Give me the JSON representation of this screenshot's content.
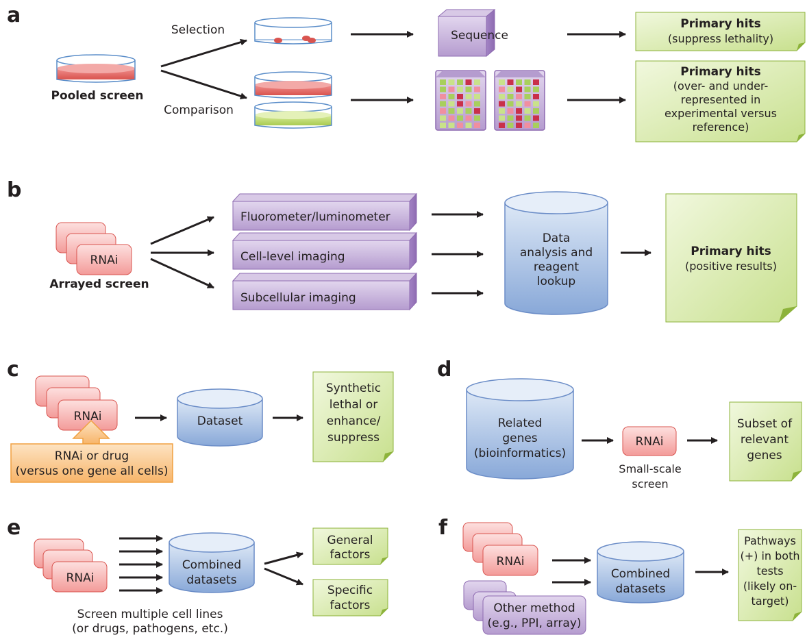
{
  "panels": {
    "a": {
      "letter": "a",
      "pooled_label": "Pooled screen",
      "selection_label": "Selection",
      "comparison_label": "Comparison",
      "sequence_label": "Sequence",
      "hit1_title": "Primary hits",
      "hit1_sub": "(suppress lethality)",
      "hit2_title": "Primary hits",
      "hit2_lines": [
        "(over- and under-",
        "represented in",
        "experimental versus",
        "reference)"
      ]
    },
    "b": {
      "letter": "b",
      "rnai_label": "RNAi",
      "arrayed_label": "Arrayed screen",
      "box1": "Fluorometer/luminometer",
      "box2": "Cell-level imaging",
      "box3": "Subcellular imaging",
      "cyl_lines": [
        "Data",
        "analysis and",
        "reagent",
        "lookup"
      ],
      "hit_title": "Primary hits",
      "hit_sub": "(positive results)"
    },
    "c": {
      "letter": "c",
      "rnai_label": "RNAi",
      "drug_lines": [
        "RNAi or drug",
        "(versus one gene all cells)"
      ],
      "cyl_label": "Dataset",
      "note_lines": [
        "Synthetic",
        "lethal or",
        "enhance/",
        "suppress"
      ]
    },
    "d": {
      "letter": "d",
      "cyl_lines": [
        "Related",
        "genes",
        "(bioinformatics)"
      ],
      "rnai_label": "RNAi",
      "screen_lines": [
        "Small-scale",
        "screen"
      ],
      "note_lines": [
        "Subset of",
        "relevant",
        "genes"
      ]
    },
    "e": {
      "letter": "e",
      "rnai_label": "RNAi",
      "cyl_lines": [
        "Combined",
        "datasets"
      ],
      "note1_lines": [
        "General",
        "factors"
      ],
      "note2_lines": [
        "Specific",
        "factors"
      ],
      "caption_lines": [
        "Screen multiple cell lines",
        "(or drugs, pathogens, etc.)"
      ]
    },
    "f": {
      "letter": "f",
      "rnai_label": "RNAi",
      "other_lines": [
        "Other method",
        "(e.g., PPI, array)"
      ],
      "cyl_lines": [
        "Combined",
        "datasets"
      ],
      "note_lines": [
        "Pathways",
        "(+) in both",
        "tests",
        "(likely on-",
        "target)"
      ]
    }
  },
  "colors": {
    "red_fill": "#f4a3a3",
    "red_dark": "#d9544f",
    "purple_fill": "#c9b4dc",
    "purple_dark": "#8e6bb1",
    "blue_fill": "#b8cde9",
    "blue_dark": "#6a8cc7",
    "green_fill": "#dcecb4",
    "green_dark": "#8db33b",
    "orange_fill": "#fbc98c",
    "orange_dark": "#f0a040",
    "dish_line": "#5a8dc9"
  }
}
